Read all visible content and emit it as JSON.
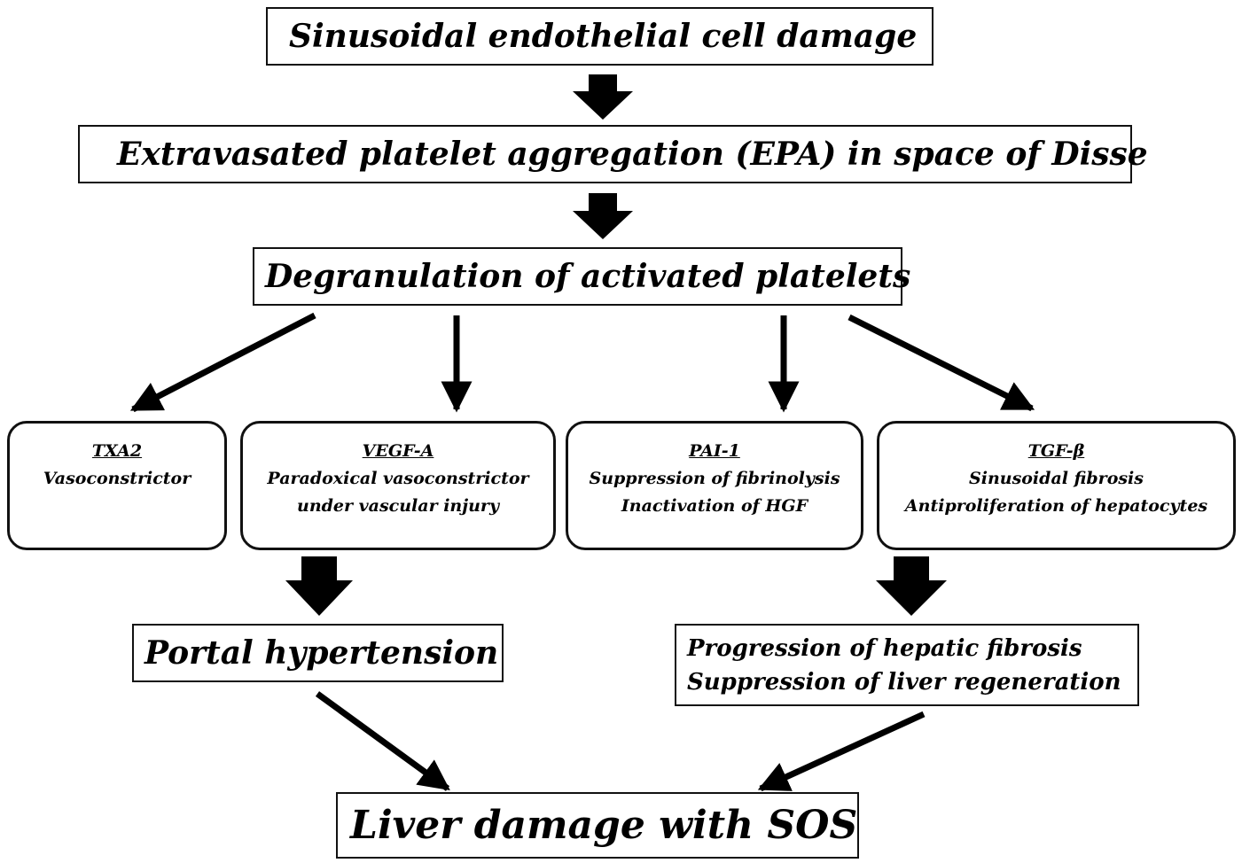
{
  "boxes": {
    "sinusoidal": "Sinusoidal endothelial cell damage",
    "epa": "Extravasated platelet aggregation (EPA) in space of Disse",
    "degranulation": "Degranulation of activated platelets",
    "txa2": {
      "title": "TXA2",
      "lines": [
        "Vasoconstrictor"
      ]
    },
    "vegf": {
      "title": "VEGF-A",
      "lines": [
        "Paradoxical vasoconstrictor",
        "under vascular injury"
      ]
    },
    "pai": {
      "title": "PAI-1",
      "lines": [
        "Suppression of fibrinolysis",
        "Inactivation of HGF"
      ]
    },
    "tgf": {
      "title": "TGF-β",
      "lines": [
        "Sinusoidal fibrosis",
        "Antiproliferation of hepatocytes"
      ]
    },
    "portal": "Portal hypertension",
    "fibrosis": [
      "Progression of hepatic fibrosis",
      "Suppression of liver regeneration"
    ],
    "sos": "Liver damage with SOS"
  },
  "colors": {
    "ink": "#000000",
    "background": "#ffffff"
  }
}
